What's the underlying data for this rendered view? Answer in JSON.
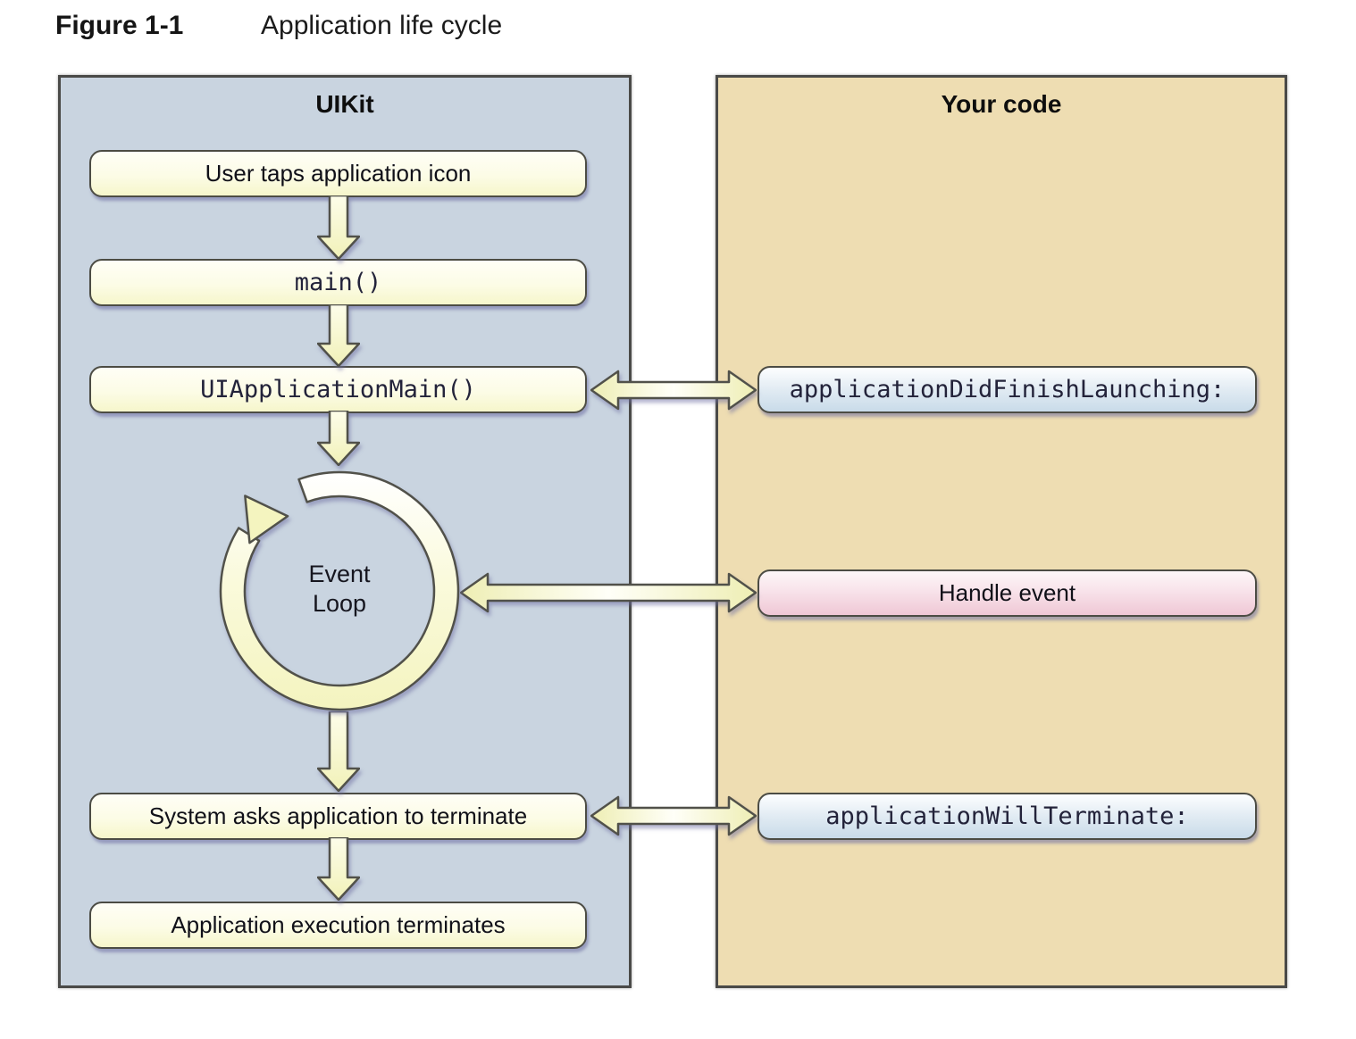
{
  "figure": {
    "label": "Figure 1-1",
    "caption": "Application life cycle"
  },
  "uikit_panel": {
    "title": "UIKit",
    "boxes": {
      "user_taps": "User taps application icon",
      "main": "main()",
      "ui_application_main": "UIApplicationMain()",
      "system_asks_terminate": "System asks application to terminate",
      "app_execution_terminates": "Application execution terminates"
    },
    "event_loop": {
      "line1": "Event",
      "line2": "Loop"
    }
  },
  "your_code_panel": {
    "title": "Your code",
    "boxes": {
      "did_finish_launching": "applicationDidFinishLaunching:",
      "handle_event": "Handle event",
      "will_terminate": "applicationWillTerminate:"
    }
  },
  "colors": {
    "uikit_panel_bg": "#c9d4e0",
    "your_code_panel_bg": "#eeddb2",
    "flow_box_bg": "#f6f6cb",
    "code_box_bg": "#c9dbe9",
    "handle_event_box_bg": "#efc7d5",
    "arrow_fill": "#f2f2ba",
    "outline": "#4c4c44"
  }
}
